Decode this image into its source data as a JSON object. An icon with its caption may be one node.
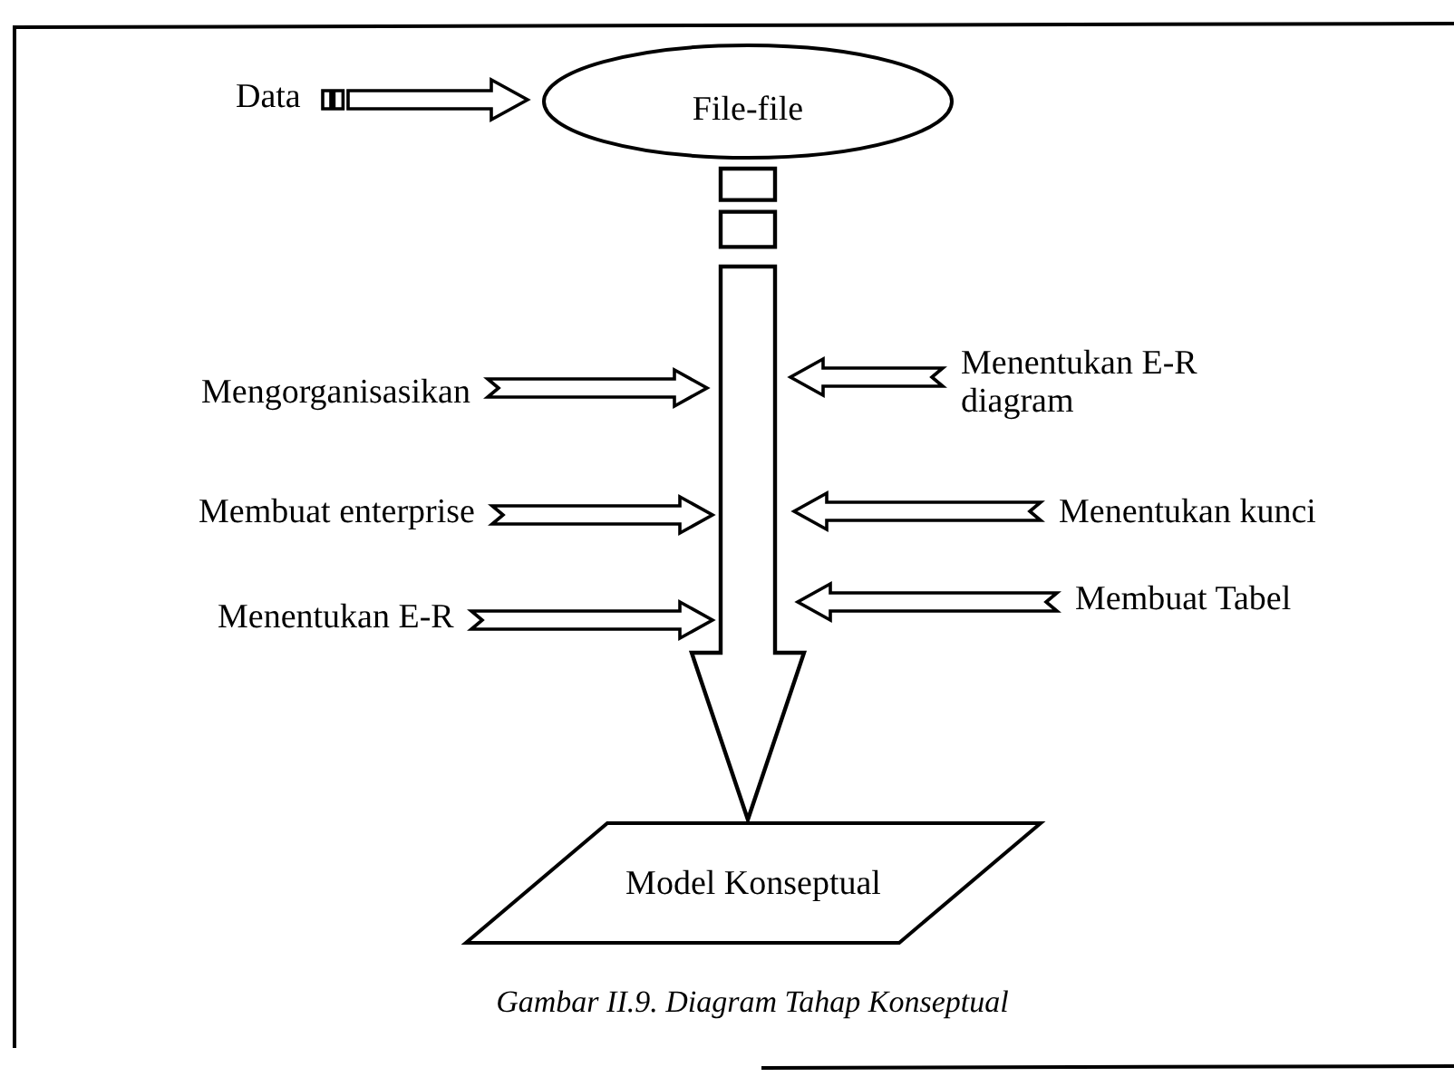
{
  "diagram": {
    "caption": "Gambar II.9. Diagram Tahap Konseptual",
    "nodes": [
      {
        "text": [
          "Data"
        ]
      },
      {
        "text": [
          "File-file"
        ]
      },
      {
        "text": [
          "Mengorganisasikan"
        ]
      },
      {
        "text": [
          "Membuat enterprise"
        ]
      },
      {
        "text": [
          "Menentukan E-R"
        ]
      },
      {
        "text": [
          "Menentukan E-R diagram"
        ]
      },
      {
        "text": [
          "Menentukan kunci"
        ]
      },
      {
        "text": [
          "Membuat Tabel"
        ]
      },
      {
        "text": [
          "Model Konseptual"
        ]
      }
    ],
    "edges": [
      {
        "from": 0,
        "to": 1,
        "arrow": "to"
      },
      {
        "from": 1,
        "to": 8,
        "arrow": "to",
        "style": "thick"
      },
      {
        "from": 2,
        "to": null,
        "arrow": "to"
      },
      {
        "from": 3,
        "to": null,
        "arrow": "to"
      },
      {
        "from": 4,
        "to": null,
        "arrow": "to"
      },
      {
        "from": 5,
        "to": null,
        "arrow": "to"
      },
      {
        "from": 6,
        "to": null,
        "arrow": "to"
      },
      {
        "from": 7,
        "to": null,
        "arrow": "to"
      }
    ]
  }
}
